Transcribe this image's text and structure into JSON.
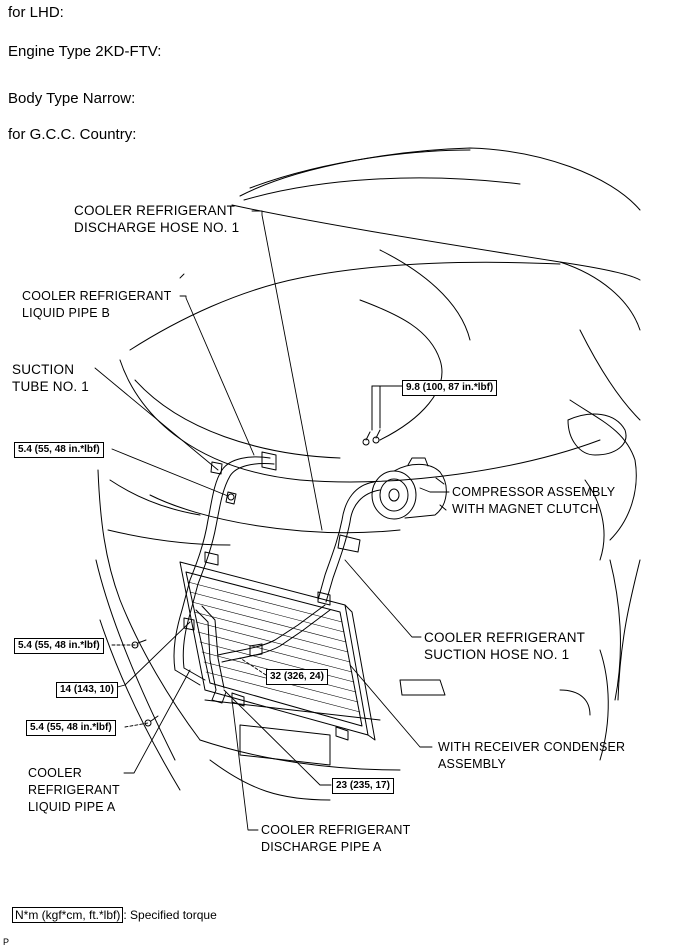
{
  "header": {
    "line1": "for LHD:",
    "line2": "Engine Type 2KD-FTV:",
    "line3": "Body Type Narrow:",
    "line4": "for G.C.C. Country:"
  },
  "labels": {
    "discharge_hose_1": [
      "COOLER REFRIGERANT",
      "DISCHARGE HOSE NO. 1"
    ],
    "liquid_pipe_b": [
      "COOLER REFRIGERANT",
      "LIQUID PIPE B"
    ],
    "suction_tube_1": [
      "SUCTION",
      "TUBE NO. 1"
    ],
    "compressor": [
      "COMPRESSOR ASSEMBLY",
      "WITH MAGNET CLUTCH"
    ],
    "suction_hose_1": [
      "COOLER REFRIGERANT",
      "SUCTION HOSE NO. 1"
    ],
    "condenser": [
      "WITH RECEIVER CONDENSER",
      "ASSEMBLY"
    ],
    "liquid_pipe_a": [
      "COOLER",
      "REFRIGERANT",
      "LIQUID PIPE A"
    ],
    "discharge_pipe_a": [
      "COOLER REFRIGERANT",
      "DISCHARGE PIPE A"
    ]
  },
  "torques": {
    "compressor_bolts": "9.8 (100, 87 in.*lbf)",
    "suction_tube": "5.4 (55, 48 in.*lbf)",
    "condenser_upper": "5.4 (55, 48 in.*lbf)",
    "liquid_pipe_joint": "14 (143, 10)",
    "condenser_lower": "5.4 (55, 48 in.*lbf)",
    "discharge_joint": "32 (326, 24)",
    "liquid_pipe_lower": "23 (235, 17)"
  },
  "legend": {
    "unit": "N*m (kgf*cm, ft.*lbf)",
    "description": ": Specified torque"
  },
  "footer": "P"
}
